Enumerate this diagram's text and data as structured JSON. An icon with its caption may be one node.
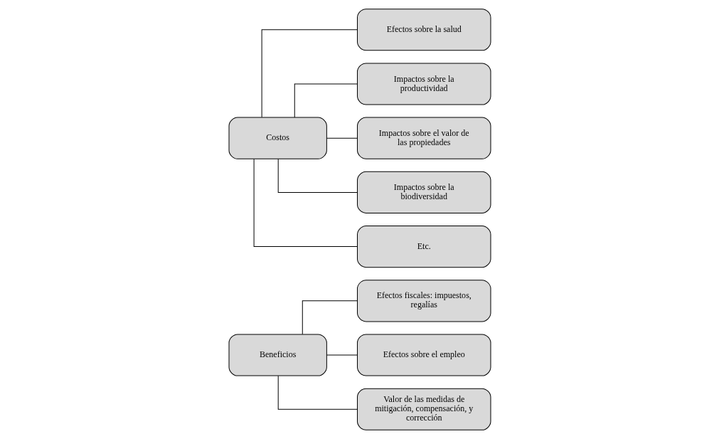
{
  "diagram": {
    "nodes": [
      {
        "text": [
          "Beneficios"
        ]
      },
      {
        "text": [
          "Efectos fiscales: impuestos, regalías"
        ]
      },
      {
        "text": [
          "Efectos sobre el empleo"
        ]
      },
      {
        "text": [
          "Valor de las medidas de mitigación, compensación, y corrección"
        ]
      },
      {
        "text": [
          "Costos"
        ]
      },
      {
        "text": [
          "Efectos sobre la salud"
        ]
      },
      {
        "text": [
          "Impactos sobre la productividad"
        ]
      },
      {
        "text": [
          "Impactos sobre el valor de las propiedades"
        ]
      },
      {
        "text": [
          "Impactos sobre la biodiversidad"
        ]
      },
      {
        "text": [
          "Etc."
        ]
      }
    ],
    "edges": [
      {
        "from": 0,
        "to": 1,
        "arrow": "none"
      },
      {
        "from": 0,
        "to": 2,
        "arrow": "none"
      },
      {
        "from": 0,
        "to": 3,
        "arrow": "none"
      },
      {
        "from": 4,
        "to": 5,
        "arrow": "none"
      },
      {
        "from": 4,
        "to": 6,
        "arrow": "none"
      },
      {
        "from": 4,
        "to": 7,
        "arrow": "none"
      },
      {
        "from": 4,
        "to": 8,
        "arrow": "none"
      },
      {
        "from": 4,
        "to": 9,
        "arrow": "none"
      }
    ]
  }
}
